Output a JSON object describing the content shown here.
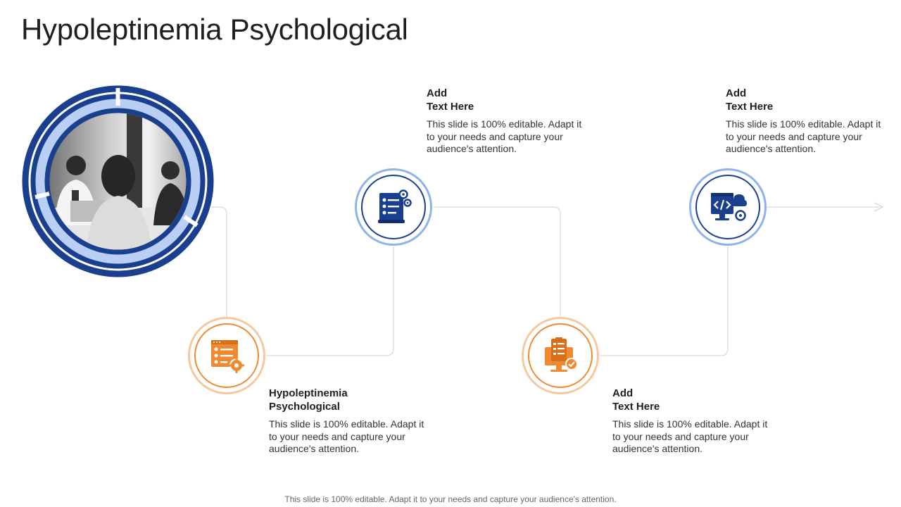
{
  "slide": {
    "title": "Hypoleptinemia Psychological",
    "footer": "This slide is 100% editable. Adapt it to your needs and capture your audience's attention."
  },
  "steps": [
    {
      "title_line1": "Hypoleptinemia",
      "title_line2": "Psychological",
      "body": "This slide is 100% editable. Adapt it to your needs and capture your audience's attention.",
      "icon": "checklist-window-gear-icon",
      "color": "#f08a32"
    },
    {
      "title_line1": "Add",
      "title_line2": "Text Here",
      "body": "This slide is 100% editable. Adapt it to your needs and capture your audience's attention.",
      "icon": "checklist-scroll-gear-icon",
      "color": "#1a3f8f"
    },
    {
      "title_line1": "Add",
      "title_line2": "Text Here",
      "body": "This slide is 100% editable. Adapt it to your needs and capture your audience's attention.",
      "icon": "clipboard-monitor-gear-icon",
      "color": "#f08a32"
    },
    {
      "title_line1": "Add",
      "title_line2": "Text Here",
      "body": "This slide is 100% editable. Adapt it to your needs and capture your audience's attention.",
      "icon": "code-monitor-cloud-gear-icon",
      "color": "#1a3f8f"
    }
  ],
  "colors": {
    "blue_dark": "#1a3f8f",
    "blue_light": "#8fb3e8",
    "orange": "#f08a32",
    "orange_light": "#f5c9a0",
    "connector": "#d9d9d9"
  }
}
